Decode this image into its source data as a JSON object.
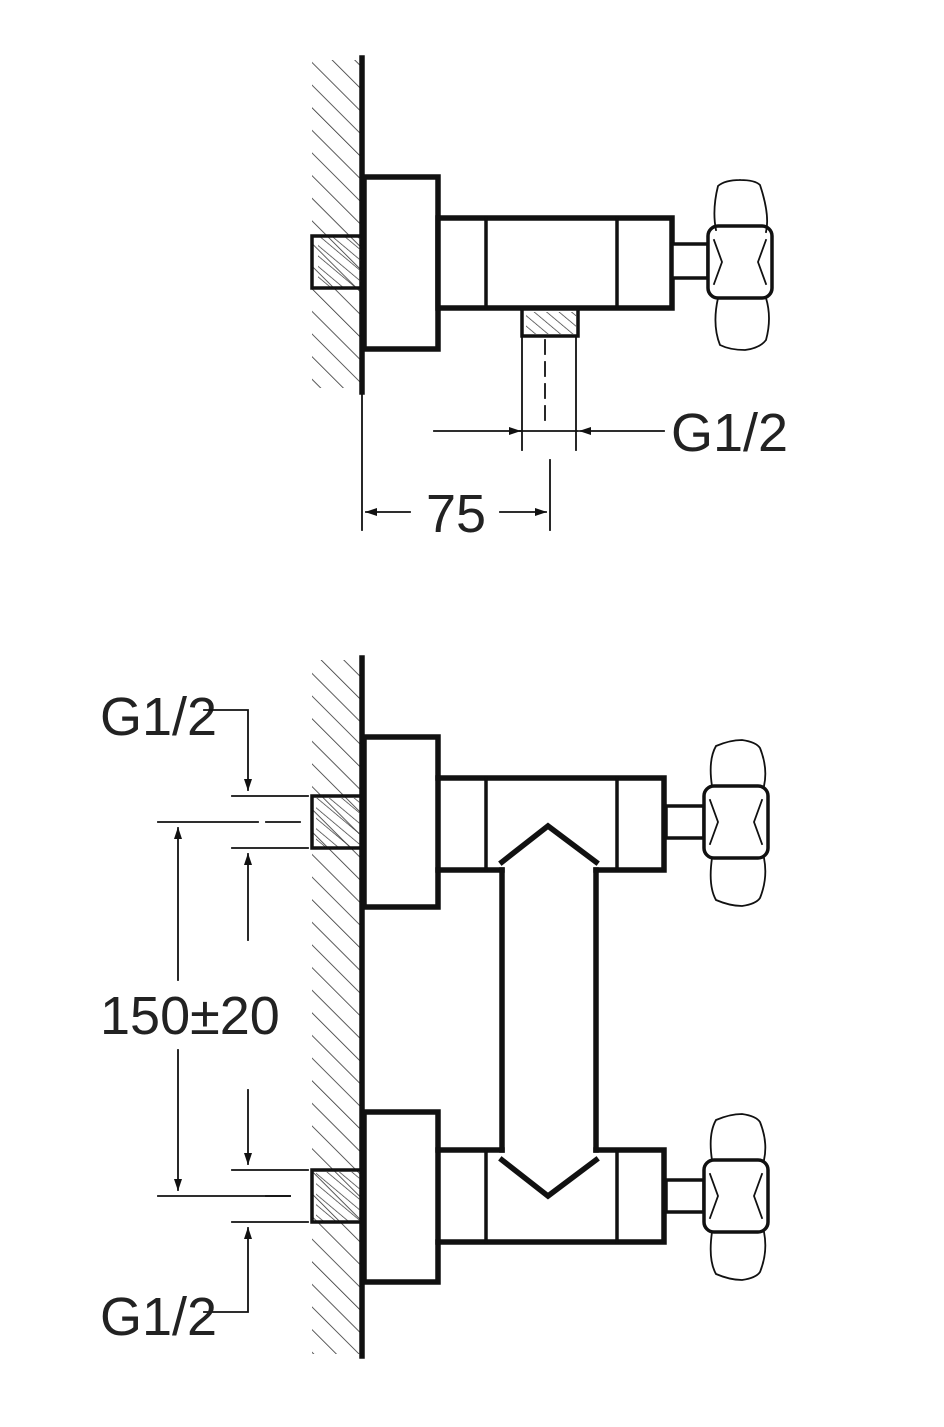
{
  "side_view": {
    "outlet_thread_label": "G1/2",
    "wall_offset_dimension": "75"
  },
  "front_view": {
    "upper_inlet_label": "G1/2",
    "lower_inlet_label": "G1/2",
    "inlet_spacing_dimension": "150±20"
  },
  "colors": {
    "line": "#111111",
    "text": "#222222",
    "background": "#ffffff"
  }
}
